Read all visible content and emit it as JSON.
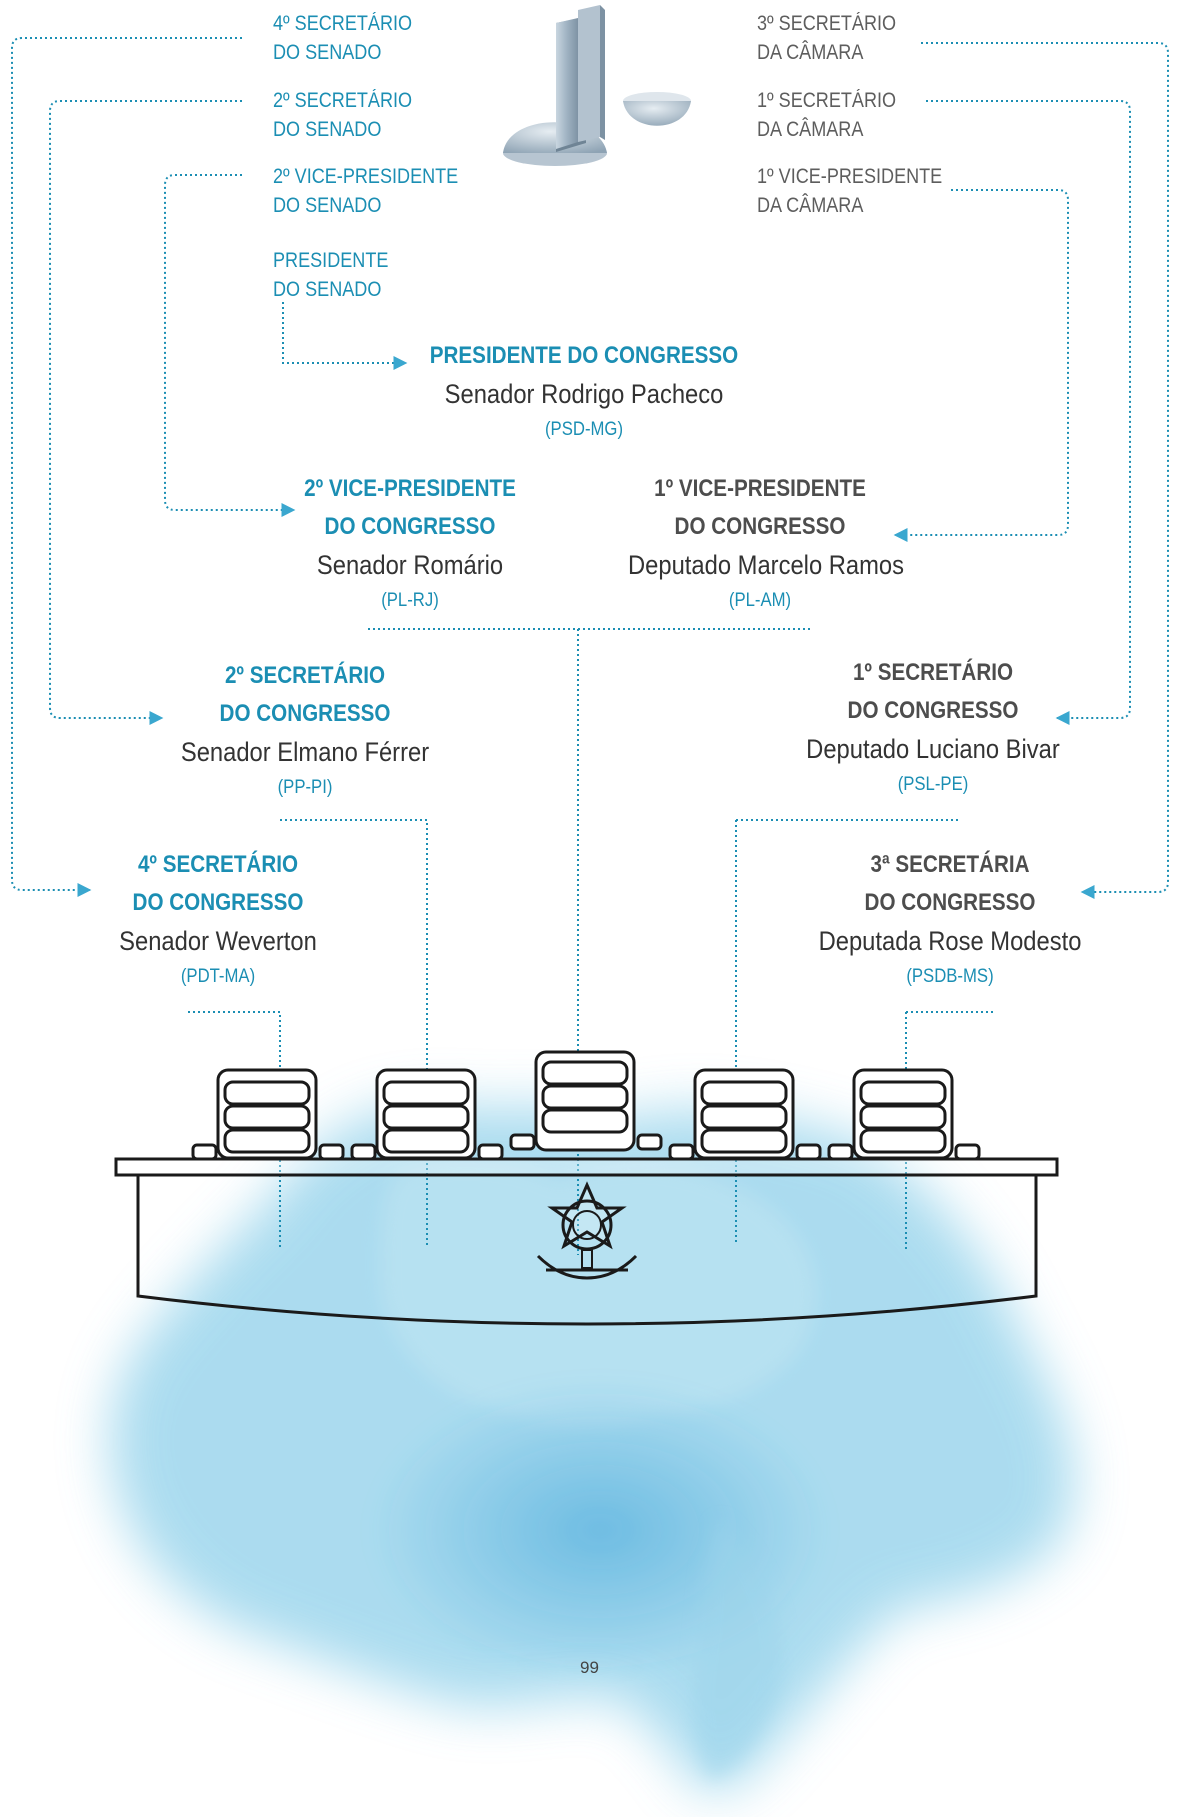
{
  "side_labels": {
    "senado": [
      {
        "line1": "4º SECRETÁRIO",
        "line2": "DO SENADO"
      },
      {
        "line1": "2º SECRETÁRIO",
        "line2": "DO SENADO"
      },
      {
        "line1": "2º VICE-PRESIDENTE",
        "line2": "DO SENADO"
      },
      {
        "line1": "PRESIDENTE",
        "line2": "DO SENADO"
      }
    ],
    "camara": [
      {
        "line1": "3º SECRETÁRIO",
        "line2": "DA CÂMARA"
      },
      {
        "line1": "1º SECRETÁRIO",
        "line2": "DA CÂMARA"
      },
      {
        "line1": "1º VICE-PRESIDENTE",
        "line2": "DA CÂMARA"
      }
    ]
  },
  "positions": {
    "presidente": {
      "title1": "PRESIDENTE DO CONGRESSO",
      "title2": "",
      "name": "Senador Rodrigo Pacheco",
      "party": "(PSD-MG)"
    },
    "vice2": {
      "title1": "2º VICE-PRESIDENTE",
      "title2": "DO CONGRESSO",
      "name": "Senador Romário",
      "party": "(PL-RJ)"
    },
    "vice1": {
      "title1": "1º VICE-PRESIDENTE",
      "title2": "DO CONGRESSO",
      "name": "Deputado Marcelo Ramos",
      "party": "(PL-AM)"
    },
    "sec2": {
      "title1": "2º SECRETÁRIO",
      "title2": "DO CONGRESSO",
      "name": "Senador Elmano Férrer",
      "party": "(PP-PI)"
    },
    "sec1": {
      "title1": "1º SECRETÁRIO",
      "title2": "DO CONGRESSO",
      "name": "Deputado Luciano Bivar",
      "party": "(PSL-PE)"
    },
    "sec4": {
      "title1": "4º SECRETÁRIO",
      "title2": "DO CONGRESSO",
      "name": "Senador Weverton",
      "party": "(PDT-MA)"
    },
    "sec3": {
      "title1": "3ª SECRETÁRIA",
      "title2": "DO CONGRESSO",
      "name": "Deputada Rose Modesto",
      "party": "(PSDB-MS)"
    }
  },
  "page_number": "99",
  "colors": {
    "senado_accent": "#1b8eb3",
    "camara_text": "#5d5d5d",
    "connector": "#1b8eb3",
    "watercolor": "#6cc0e0"
  }
}
